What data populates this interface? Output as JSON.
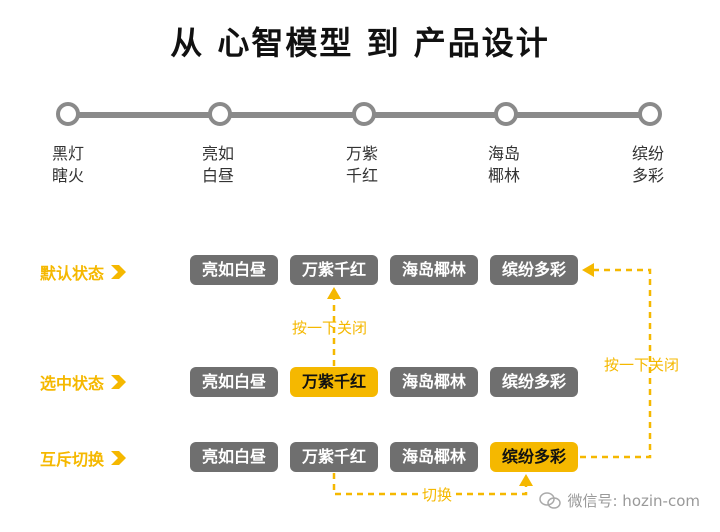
{
  "title": "从 心智模型 到 产品设计",
  "timeline": [
    {
      "label": "黑灯\n瞎火"
    },
    {
      "label": "亮如\n白昼"
    },
    {
      "label": "万紫\n千红"
    },
    {
      "label": "海岛\n椰林"
    },
    {
      "label": "缤纷\n多彩"
    }
  ],
  "rows": [
    {
      "label": "默认状态",
      "chips": [
        "亮如白昼",
        "万紫千红",
        "海岛椰林",
        "缤纷多彩"
      ],
      "active": -1
    },
    {
      "label": "选中状态",
      "chips": [
        "亮如白昼",
        "万紫千红",
        "海岛椰林",
        "缤纷多彩"
      ],
      "active": 1
    },
    {
      "label": "互斥切换",
      "chips": [
        "亮如白昼",
        "万紫千红",
        "海岛椰林",
        "缤纷多彩"
      ],
      "active": 3
    }
  ],
  "notes": {
    "close_left": "按一下关闭",
    "close_right": "按一下关闭",
    "switch": "切换"
  },
  "watermark": "微信号: hozin-com",
  "colors": {
    "accent": "#F5B800",
    "chip": "#6F6F6F",
    "line": "#8A8A8A"
  }
}
